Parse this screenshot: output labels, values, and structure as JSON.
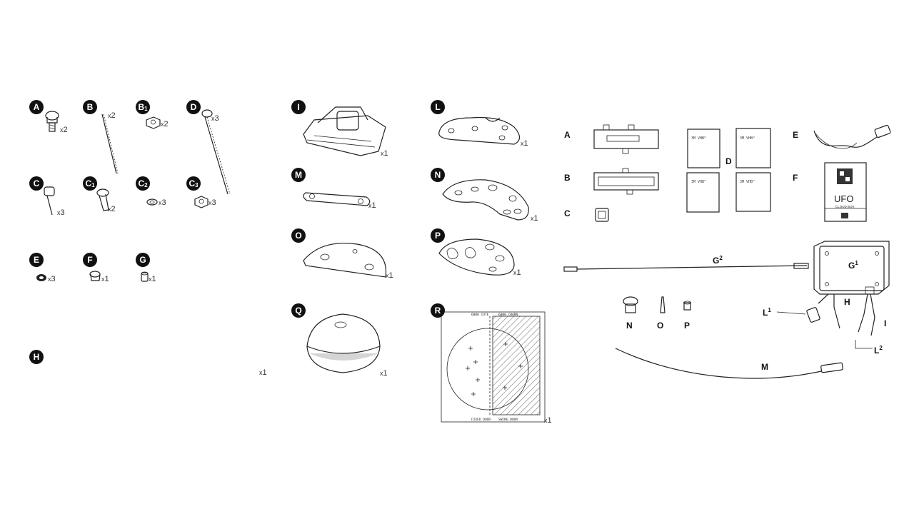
{
  "left_items": [
    {
      "id": "A",
      "sub": "",
      "qty": "2"
    },
    {
      "id": "B",
      "sub": "",
      "qty": "2"
    },
    {
      "id": "B",
      "sub": "1",
      "qty": "2"
    },
    {
      "id": "D",
      "sub": "",
      "qty": "3"
    },
    {
      "id": "C",
      "sub": "",
      "qty": "3"
    },
    {
      "id": "C",
      "sub": "1",
      "qty": "2"
    },
    {
      "id": "C",
      "sub": "2",
      "qty": "3"
    },
    {
      "id": "C",
      "sub": "3",
      "qty": "3"
    },
    {
      "id": "E",
      "sub": "",
      "qty": "3"
    },
    {
      "id": "F",
      "sub": "",
      "qty": "1"
    },
    {
      "id": "G",
      "sub": "",
      "qty": "1"
    },
    {
      "id": "H",
      "sub": "",
      "qty": "1"
    },
    {
      "id": "I",
      "sub": "",
      "qty": "1"
    },
    {
      "id": "M",
      "sub": "",
      "qty": "1"
    },
    {
      "id": "O",
      "sub": "",
      "qty": "1"
    },
    {
      "id": "Q",
      "sub": "",
      "qty": "1"
    },
    {
      "id": "L",
      "sub": "",
      "qty": "1"
    },
    {
      "id": "N",
      "sub": "",
      "qty": "1"
    },
    {
      "id": "P",
      "sub": "",
      "qty": "1"
    },
    {
      "id": "R",
      "sub": "",
      "qty": "1"
    }
  ],
  "qty_prefix": "x",
  "template_texts": {
    "top_left": "6000 COTE",
    "top_right": "6000 CHARN",
    "bottom_left": "FIXED DOOR",
    "bottom_right": "SWING DOOR"
  },
  "right_panel": {
    "labels": {
      "A": "A",
      "B": "B",
      "C": "C",
      "D": "D",
      "E": "E",
      "F": "F",
      "G2": "G",
      "G2_sup": "2",
      "G1": "G",
      "G1_sup": "1",
      "H": "H",
      "I": "I",
      "L1": "L",
      "L1_sup": "1",
      "L2": "L",
      "L2_sup": "2",
      "M": "M",
      "N": "N",
      "O": "O",
      "P": "P"
    },
    "box_brand": "UFO",
    "box_caption": "CLOUD BOX",
    "sticker_text": "3M VHB™"
  }
}
